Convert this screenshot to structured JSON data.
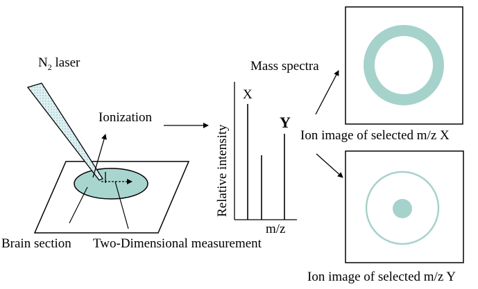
{
  "labels": {
    "laser_prefix": "N",
    "laser_subscript": "2",
    "laser_suffix": " laser",
    "ionization": "Ionization",
    "mass_spectra": "Mass spectra",
    "relative_intensity": "Relative intensity",
    "mz_axis": "m/z",
    "peak_x": "X",
    "peak_y": "Y",
    "brain_section": "Brain section",
    "two_dimensional_measurement": "Two-Dimensional measurement",
    "ion_image_x": "Ion image of selected m/z X",
    "ion_image_y": "Ion image of selected  m/z Y"
  },
  "colors": {
    "sample_fill": "#a9d5cf",
    "ring_color": "#a6d2cc",
    "laser_dots": "#c8e6ea",
    "stroke": "#000000"
  }
}
